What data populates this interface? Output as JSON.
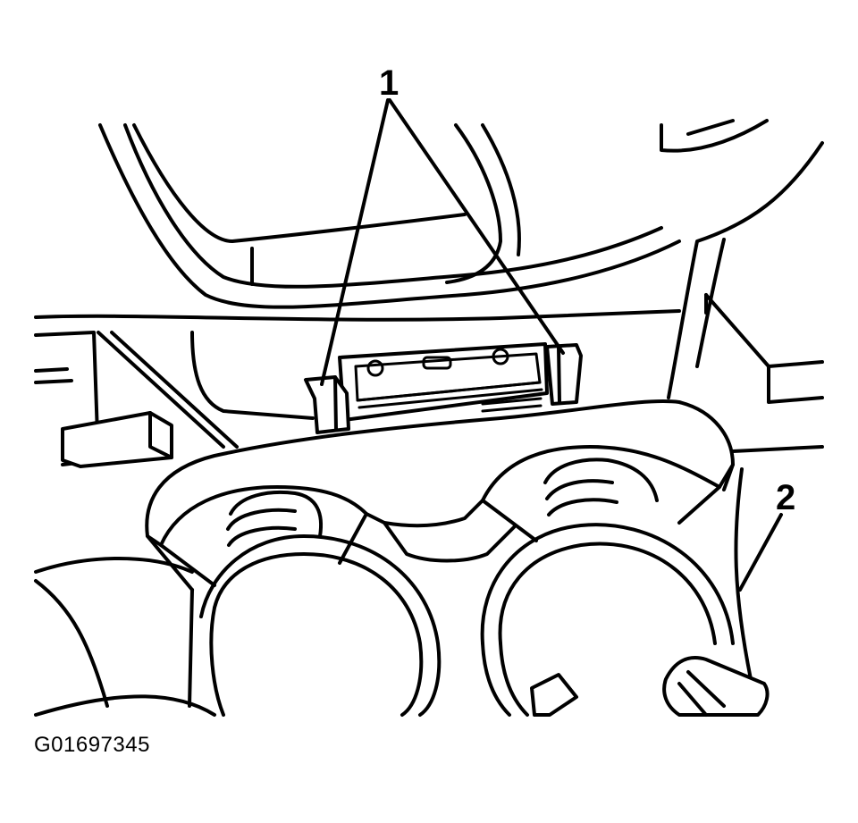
{
  "callouts": [
    {
      "number": "1"
    },
    {
      "number": "2"
    }
  ],
  "figure_id": "G01697345",
  "colors": {
    "line": "#000000",
    "background": "#ffffff"
  }
}
